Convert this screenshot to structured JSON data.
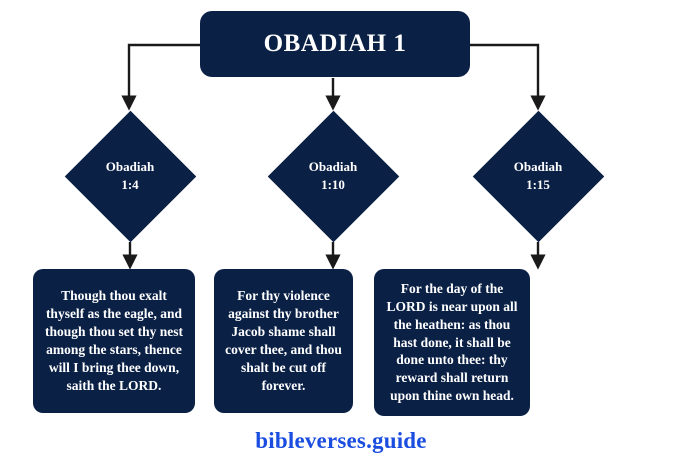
{
  "colors": {
    "node_fill": "#0a2045",
    "node_text": "#ffffff",
    "connector": "#1a1a1a",
    "background": "#ffffff",
    "footer_link": "#1a4de0"
  },
  "root": {
    "title": "OBADIAH 1"
  },
  "nodes": [
    {
      "id": "obadiah-1-4",
      "label": "Obadiah\n1:4",
      "reference": "Obadiah 1:4",
      "verse": "Though thou exalt thyself as the eagle, and though thou set thy nest among the stars, thence will I bring thee down, saith the LORD."
    },
    {
      "id": "obadiah-1-10",
      "label": "Obadiah\n1:10",
      "reference": "Obadiah 1:10",
      "verse": "For thy violence against thy brother Jacob shame shall cover thee, and thou shalt be cut off forever."
    },
    {
      "id": "obadiah-1-15",
      "label": "Obadiah\n1:15",
      "reference": "Obadiah 1:15",
      "verse": "For the day of the LORD is near upon all the heathen: as thou hast done, it shall be done unto thee: thy reward shall return upon thine own head."
    }
  ],
  "footer": {
    "link_text": "bibleverses.guide"
  }
}
